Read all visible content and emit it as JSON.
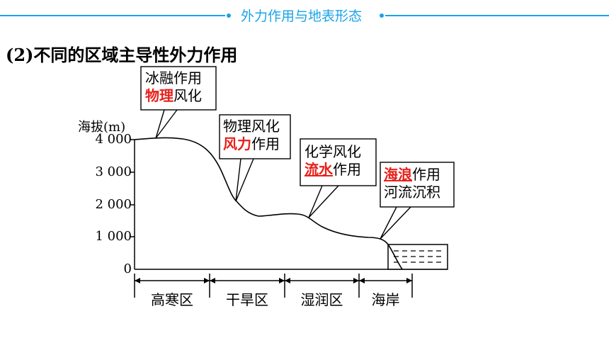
{
  "header": {
    "title": "外力作用与地表形态"
  },
  "section": {
    "number": "(2)",
    "title": "不同的区域主导性外力作用"
  },
  "axis": {
    "ylabel": "海拔(m)",
    "ticks": [
      "4 000",
      "3 000",
      "2 000",
      "1 000",
      "0"
    ]
  },
  "zones": [
    "高寒区",
    "干旱区",
    "湿润区",
    "海岸"
  ],
  "callouts": {
    "cold": {
      "line1": "冰融作用",
      "line2_red": "物理",
      "line2_rest": "风化"
    },
    "arid": {
      "line1": "物理风化",
      "line2_red": "风力",
      "line2_rest": "作用"
    },
    "humid": {
      "line1": "化学风化",
      "line2_red": "流水",
      "line2_rest": "作用"
    },
    "coast": {
      "line1_red": "海浪",
      "line1_rest": "作用",
      "line2": "河流沉积"
    }
  },
  "colors": {
    "accent": "#1aa3e8",
    "highlight": "#e8201a"
  }
}
